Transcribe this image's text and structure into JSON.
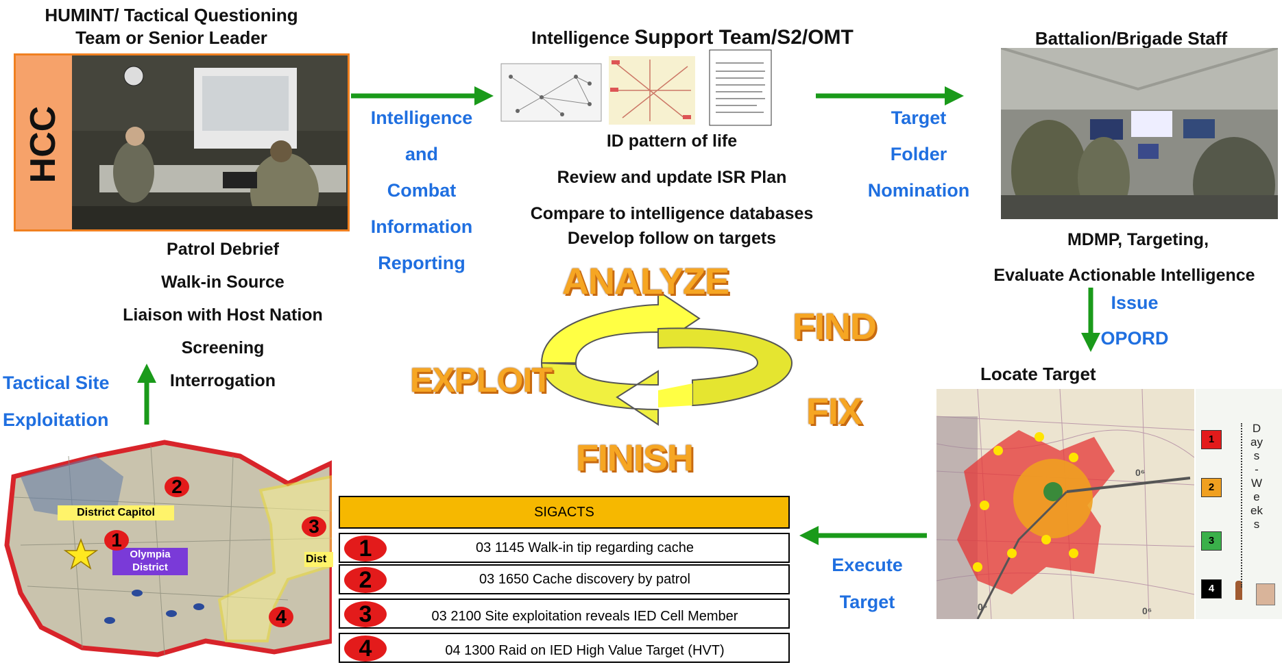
{
  "humint": {
    "title_line1": "HUMINT/ Tactical Questioning",
    "title_line2": "Team or Senior Leader",
    "hcc_label": "HCC",
    "activities": [
      "Patrol Debrief",
      "Walk-in Source",
      "Liaison with Host Nation",
      "Screening",
      "Interrogation"
    ]
  },
  "flow1": [
    "Intelligence",
    "and",
    "Combat",
    "Information",
    "Reporting"
  ],
  "ist": {
    "title_a": "Intelligence",
    "title_b": "Support Team/S2/OMT",
    "tasks": [
      "ID pattern of life",
      "Review and update ISR Plan",
      "Compare to intelligence databases",
      "Develop follow on targets"
    ]
  },
  "flow2": [
    "Target",
    "Folder",
    "Nomination"
  ],
  "staff": {
    "title": "Battalion/Brigade Staff",
    "line1": "MDMP, Targeting,",
    "line2": "Evaluate Actionable Intelligence"
  },
  "flow3": [
    "Issue",
    "OPORD"
  ],
  "locate": {
    "title": "Locate Target",
    "timeline_label": "Days - Weeks",
    "legend": [
      "1",
      "2",
      "3",
      "4"
    ],
    "map_labels": [
      "0⁶",
      "0⁶",
      "0⁶"
    ]
  },
  "flow4": [
    "Execute",
    "Target"
  ],
  "flow5": [
    "Tactical Site",
    "Exploitation"
  ],
  "cycle": {
    "analyze": "ANALYZE",
    "find": "FIND",
    "fix": "FIX",
    "finish": "FINISH",
    "exploit": "EXPLOIT"
  },
  "sigacts": {
    "header": "SIGACTS",
    "rows": [
      {
        "num": "1",
        "text": "03 1145 Walk-in tip regarding cache"
      },
      {
        "num": "2",
        "text": "03 1650 Cache discovery by patrol"
      },
      {
        "num": "3",
        "text": "03 2100 Site exploitation reveals IED Cell Member"
      },
      {
        "num": "4",
        "text": "04 1300 Raid on IED High Value Target (HVT)"
      }
    ]
  },
  "district_map": {
    "capitol": "District Capitol",
    "district": "Olympia District",
    "dist_partial": "Dist",
    "markers": [
      "1",
      "2",
      "3",
      "4"
    ]
  },
  "colors": {
    "arrow": "#1a9a1a",
    "link_text": "#1f6fe0",
    "cycle_fill": "#ffff44",
    "sig_header": "#f6b800",
    "badge": "#e31b1b"
  }
}
